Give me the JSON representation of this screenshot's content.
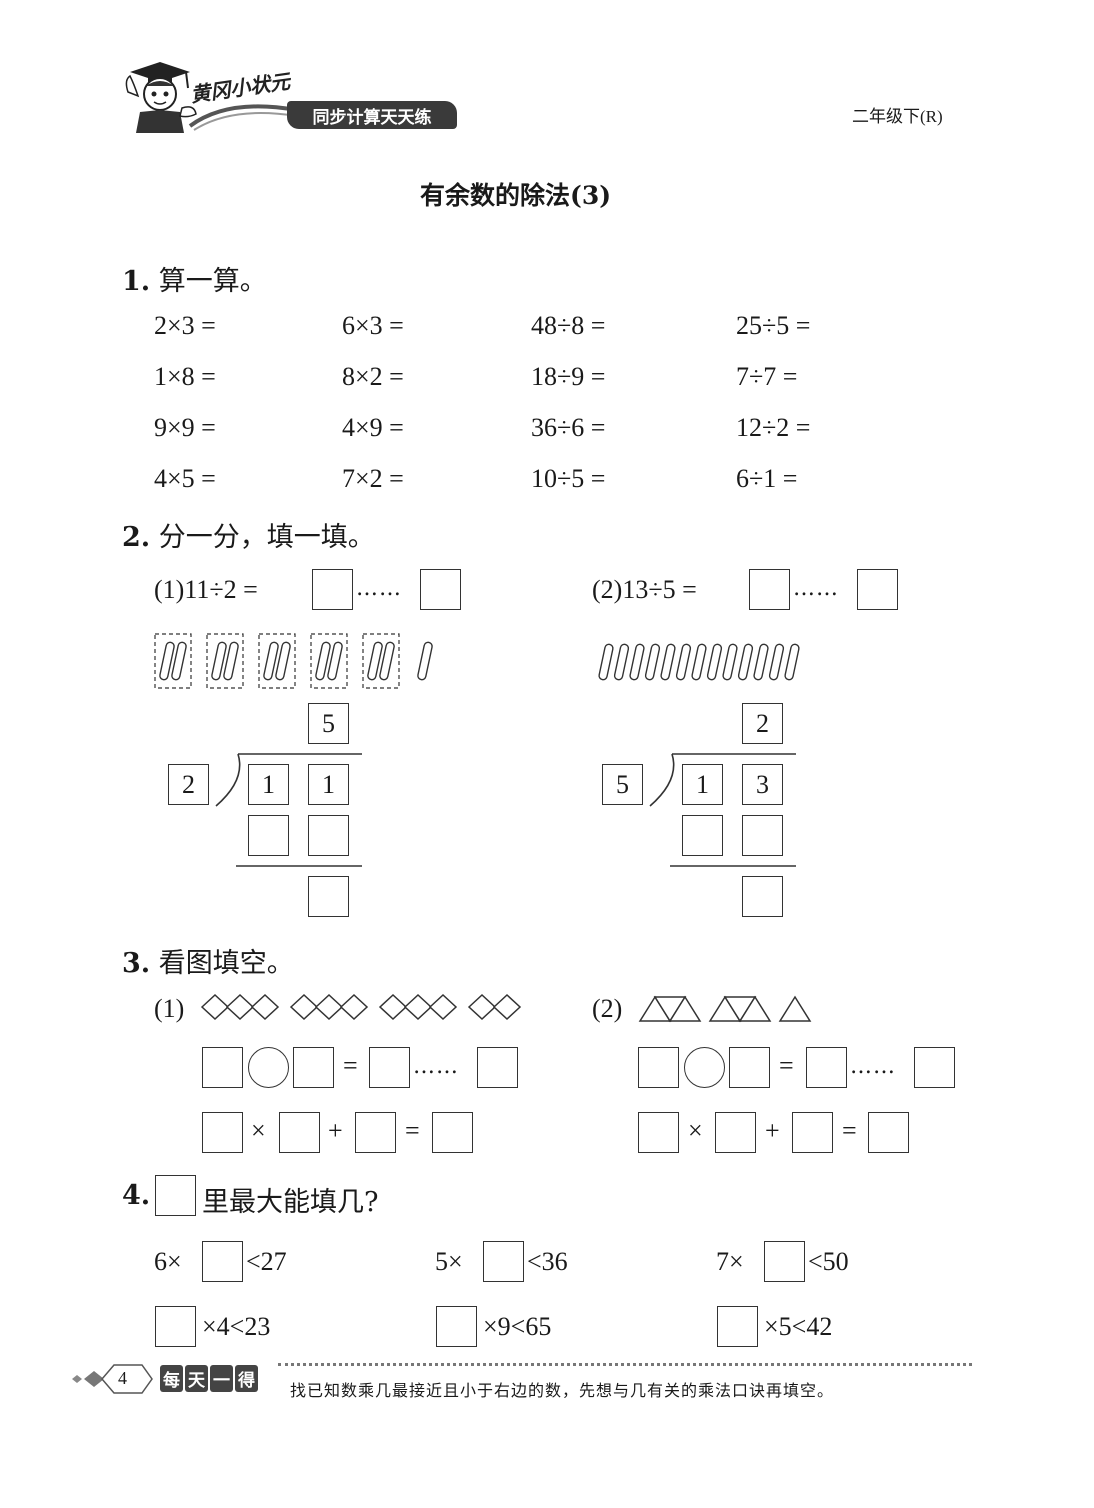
{
  "header": {
    "logo_script": "黄冈小状元",
    "logo_banner": "同步计算天天练",
    "grade": "二年级下(R)"
  },
  "title": "有余数的除法(3)",
  "q1": {
    "label": "1.",
    "text": "算一算。",
    "rows": [
      [
        "2×3 =",
        "6×3 =",
        "48÷8 =",
        "25÷5 ="
      ],
      [
        "1×8 =",
        "8×2 =",
        "18÷9 =",
        "7÷7 ="
      ],
      [
        "9×9 =",
        "4×9 =",
        "36÷6 =",
        "12÷2 ="
      ],
      [
        "4×5 =",
        "7×2 =",
        "10÷5 =",
        "6÷1 ="
      ]
    ]
  },
  "q2": {
    "label": "2.",
    "text": "分一分，填一填。",
    "part1": {
      "expr": "(1)11÷2 =",
      "dots": "……",
      "quotient": "5",
      "divisor": "2",
      "dividend_tens": "1",
      "dividend_ones": "1",
      "stick_groups": 5,
      "sticks_per_group": 2,
      "leftover_sticks": 1
    },
    "part2": {
      "expr": "(2)13÷5 =",
      "dots": "……",
      "quotient": "2",
      "divisor": "5",
      "dividend_tens": "1",
      "dividend_ones": "3",
      "stick_count": 13
    }
  },
  "q3": {
    "label": "3.",
    "text": "看图填空。",
    "part1": {
      "label": "(1)",
      "groups": [
        3,
        3,
        3,
        2
      ],
      "shape": "diamond"
    },
    "part2": {
      "label": "(2)",
      "groups": [
        3,
        3,
        1
      ],
      "shape": "triangle"
    },
    "eq_sign": "=",
    "dots": "……",
    "times": "×",
    "plus": "+"
  },
  "q4": {
    "label": "4.",
    "text": "里最大能填几?",
    "row1": [
      {
        "pre": "6×",
        "post": "<27"
      },
      {
        "pre": "5×",
        "post": "<36"
      },
      {
        "pre": "7×",
        "post": "<50"
      }
    ],
    "row2": [
      {
        "post": "×4<23"
      },
      {
        "post": "×9<65"
      },
      {
        "post": "×5<42"
      }
    ]
  },
  "footer": {
    "page_number": "4",
    "tip_label": [
      "每",
      "天",
      "一",
      "得"
    ],
    "tip_text": "找已知数乘几最接近且小于右边的数，先想与几有关的乘法口诀再填空。"
  }
}
